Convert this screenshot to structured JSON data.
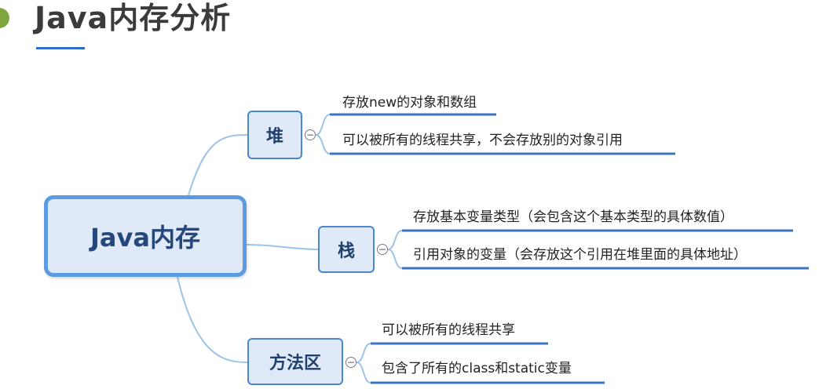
{
  "header": {
    "title": "Java内存分析"
  },
  "mindmap": {
    "root": "Java内存",
    "branches": [
      {
        "label": "堆",
        "items": [
          "存放new的对象和数组",
          "可以被所有的线程共享，不会存放别的对象引用"
        ]
      },
      {
        "label": "栈",
        "items": [
          "存放基本变量类型（会包含这个基本类型的具体数值）",
          "引用对象的变量（会存放这个引用在堆里面的具体地址）"
        ]
      },
      {
        "label": "方法区",
        "items": [
          "可以被所有的线程共享",
          "包含了所有的class和static变量"
        ]
      }
    ],
    "collapse_symbol": "−"
  },
  "colors": {
    "accent": "#2f6fc4",
    "node_border": "#4b86cf",
    "node_fill": "#dfe9f7",
    "link": "#9cc3ea",
    "bullet": "#7fa63c"
  }
}
